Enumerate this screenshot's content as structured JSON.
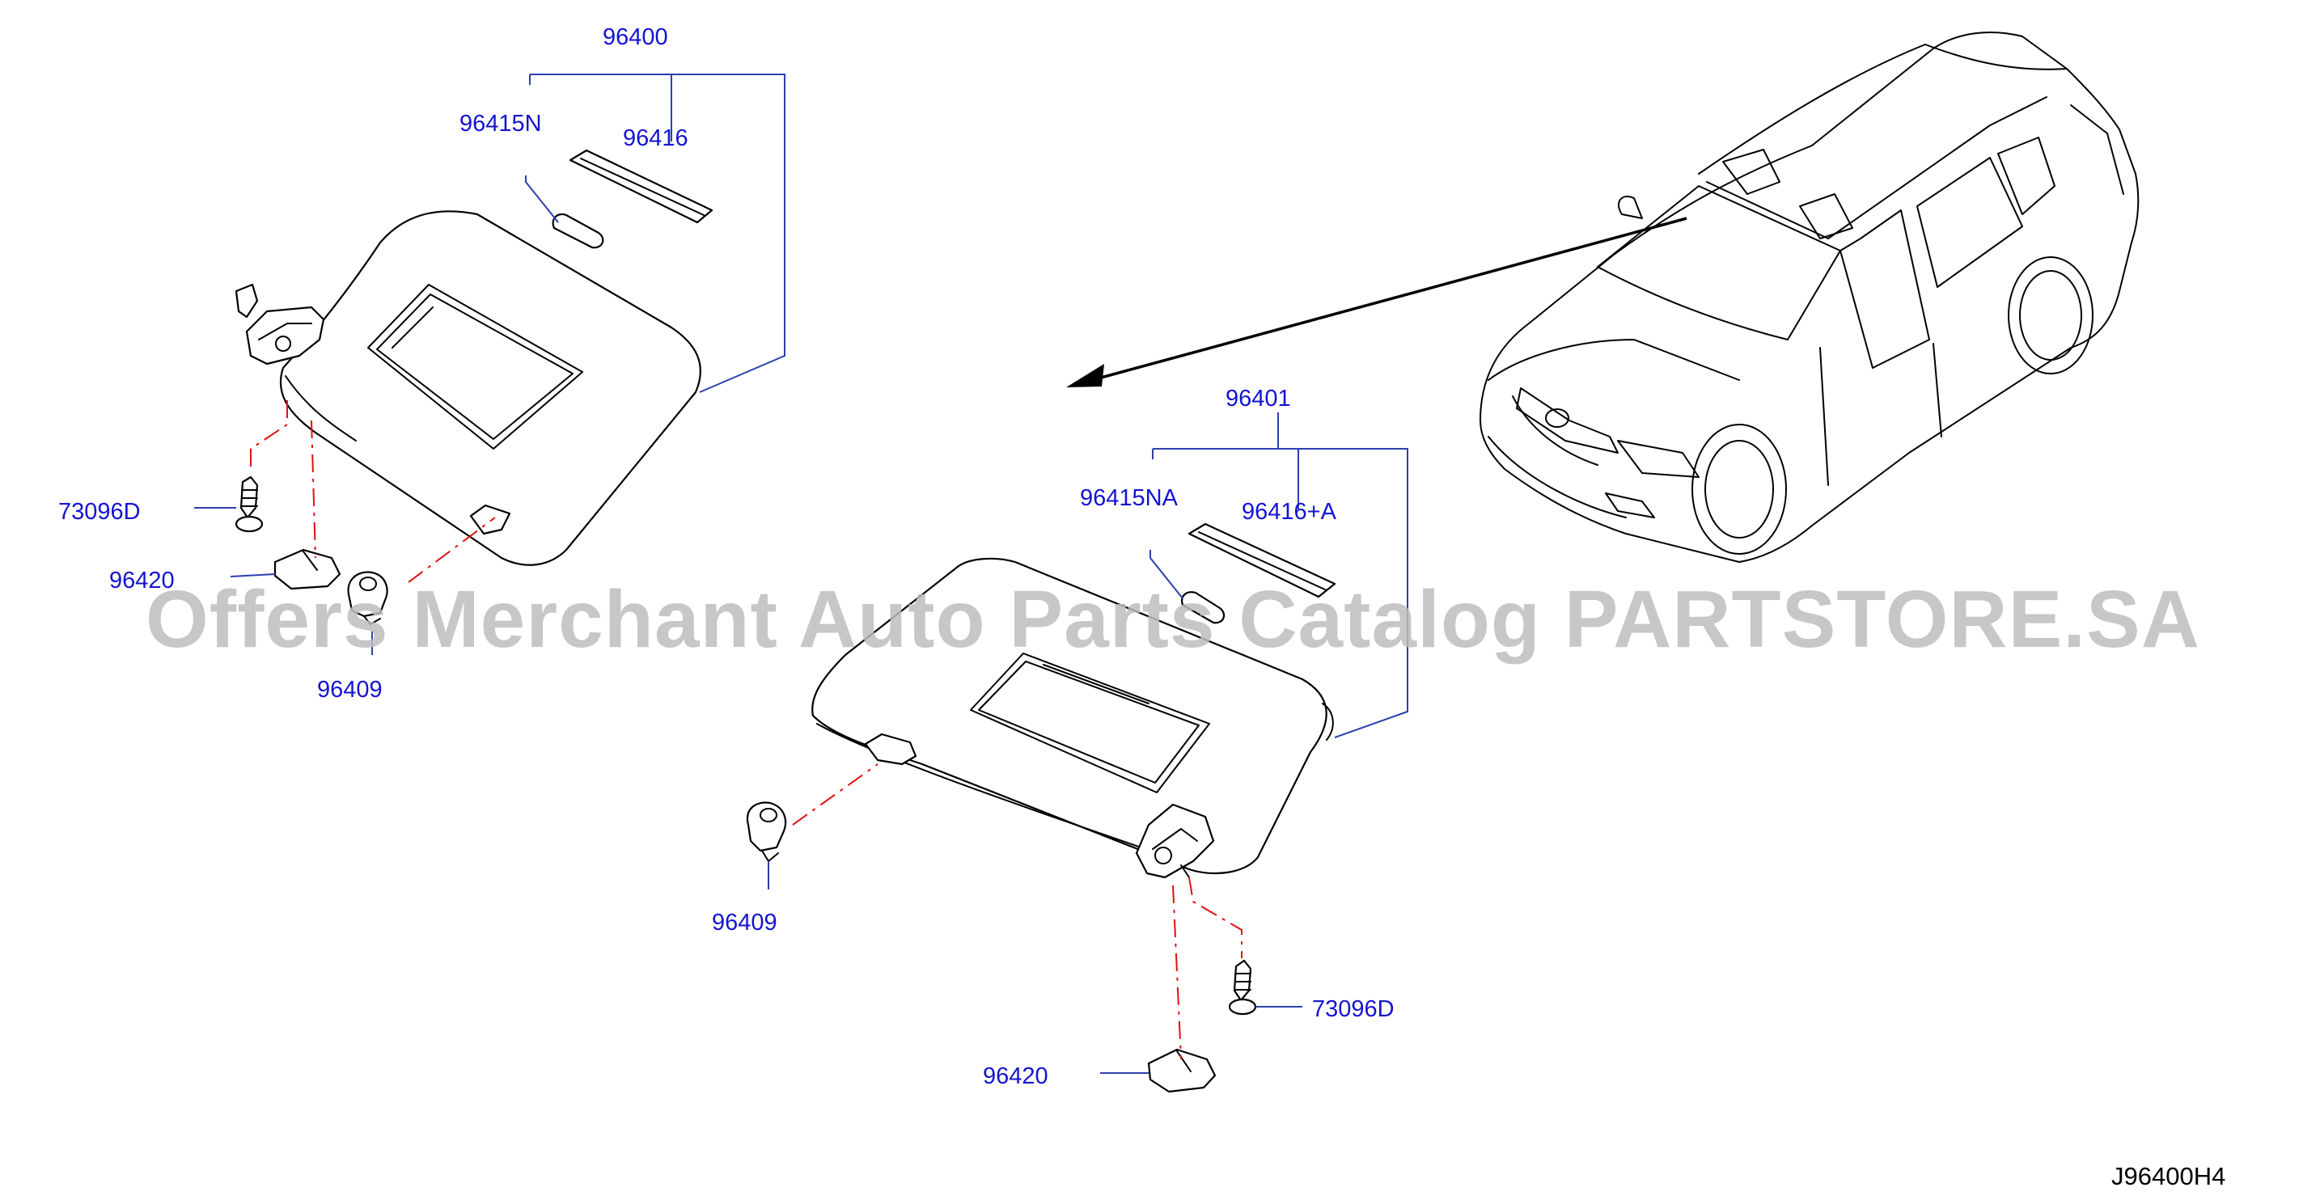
{
  "diagram": {
    "callouts": [
      {
        "id": "c-96400",
        "text": "96400"
      },
      {
        "id": "c-96415n",
        "text": "96415N"
      },
      {
        "id": "c-96416",
        "text": "96416"
      },
      {
        "id": "c-73096d-left",
        "text": "73096D"
      },
      {
        "id": "c-96420-left",
        "text": "96420"
      },
      {
        "id": "c-96409-left",
        "text": "96409"
      },
      {
        "id": "c-96401",
        "text": "96401"
      },
      {
        "id": "c-96415na",
        "text": "96415NA"
      },
      {
        "id": "c-96416a",
        "text": "96416+A"
      },
      {
        "id": "c-96409-right",
        "text": "96409"
      },
      {
        "id": "c-73096d-right",
        "text": "73096D"
      },
      {
        "id": "c-96420-right",
        "text": "96420"
      }
    ],
    "diagram_code": "J96400H4",
    "watermark": "Offers Merchant Auto Parts Catalog PARTSTORE.SA",
    "colors": {
      "callout": "#1414d2",
      "leader": "#2c3fae",
      "phantom": "#e01010",
      "watermark": "#bdbdbd"
    }
  }
}
